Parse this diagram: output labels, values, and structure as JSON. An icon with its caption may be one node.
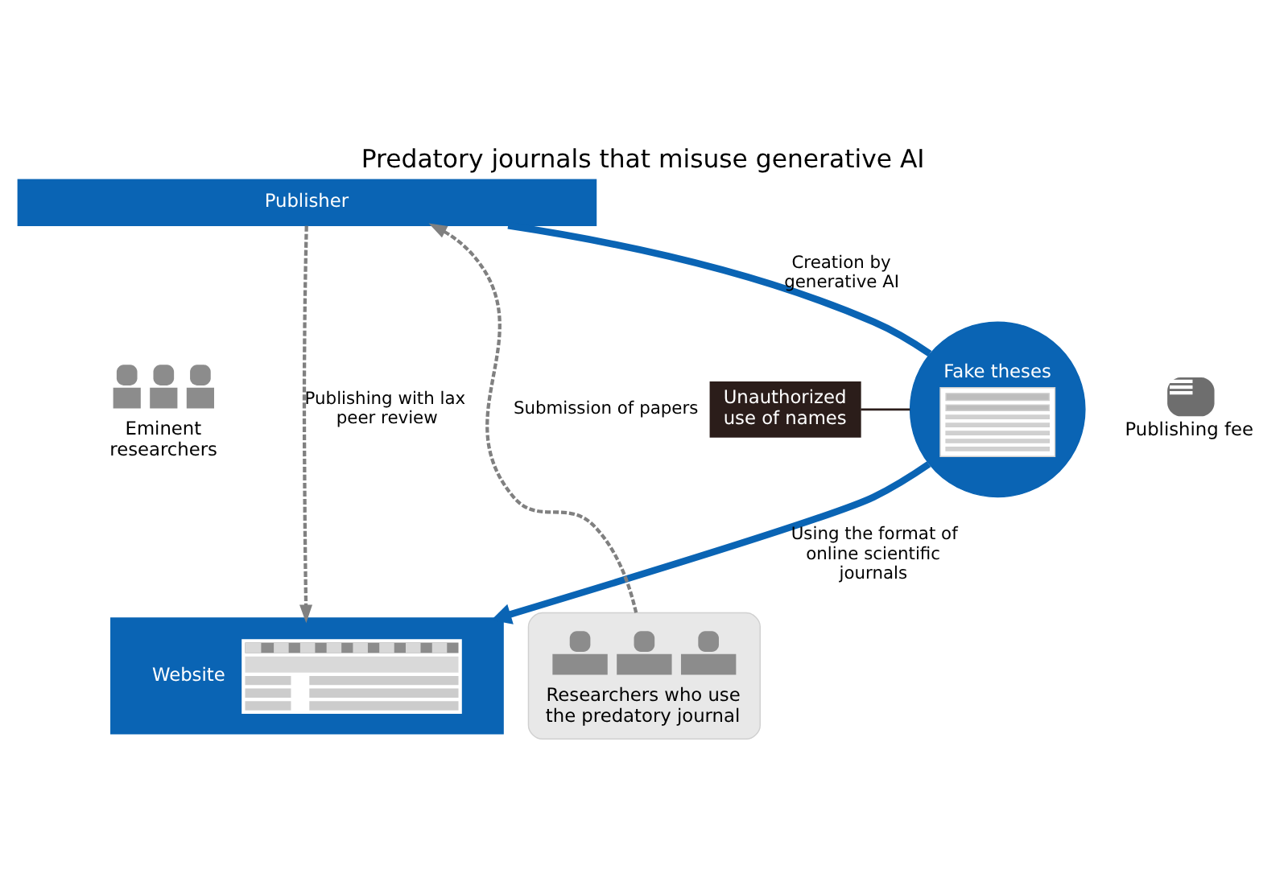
{
  "diagram": {
    "title": "Predatory journals that misuse generative AI",
    "nodes": [
      {
        "text": [
          "Publisher"
        ]
      },
      {
        "text": [
          "Fake theses"
        ]
      },
      {
        "text": [
          "Unauthorized use of names"
        ]
      },
      {
        "text": [
          "Website"
        ]
      },
      {
        "text": [
          "Researchers who use the predatory journal"
        ]
      }
    ],
    "edges": [
      {
        "from": 0,
        "to": 1,
        "arrow": "none",
        "label": "Creation by generative AI",
        "style": "thick"
      },
      {
        "from": 1,
        "to": 3,
        "arrow": "to",
        "label": "Using the format of online scientific journals",
        "style": "thick"
      },
      {
        "from": 0,
        "to": 3,
        "arrow": "to",
        "label": "Publishing with lax peer review",
        "style": "dashed",
        "color": "#808080"
      },
      {
        "from": 4,
        "to": 0,
        "arrow": "to",
        "label": "Submission of papers",
        "style": "dashed",
        "color": "#808080"
      },
      {
        "from": 2,
        "to": 1,
        "arrow": "none",
        "color": "#2b1d1a"
      }
    ],
    "labels": [
      "Eminent researchers",
      "Publishing fee"
    ]
  }
}
